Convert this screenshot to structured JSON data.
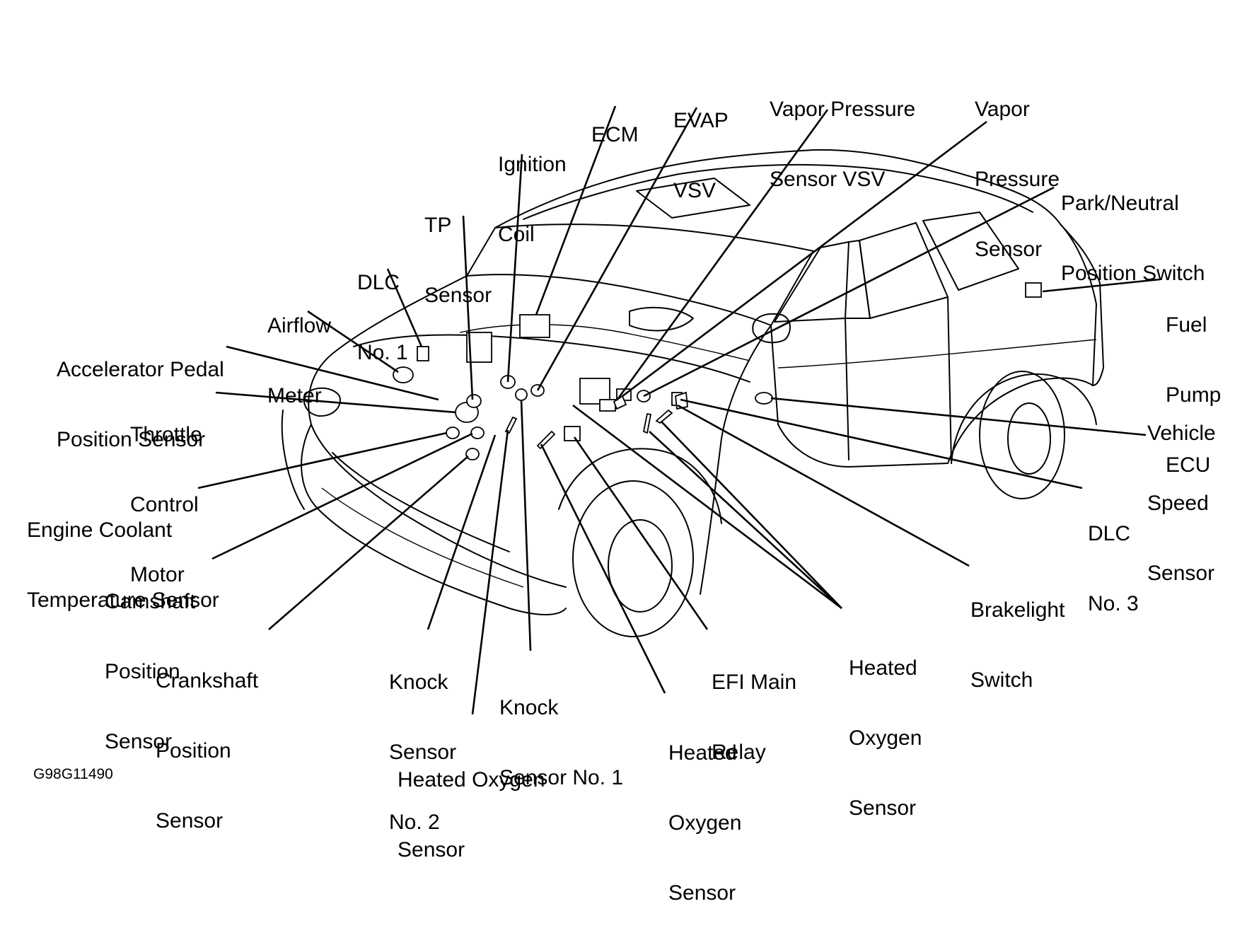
{
  "diagram": {
    "code": "G98G11490",
    "labels": {
      "ecm": [
        "ECM"
      ],
      "evap_vsv": [
        "EVAP",
        "VSV"
      ],
      "vapor_pressure_sensor_vsv": [
        "Vapor Pressure",
        "Sensor VSV"
      ],
      "vapor_pressure_sensor": [
        "Vapor",
        "Pressure",
        "Sensor"
      ],
      "ignition_coil": [
        "Ignition",
        "Coil"
      ],
      "tp_sensor": [
        "TP",
        "Sensor"
      ],
      "park_neutral_switch": [
        "Park/Neutral",
        "Position Switch"
      ],
      "dlc1": [
        "DLC",
        "No. 1"
      ],
      "airflow_meter": [
        "Airflow",
        "Meter"
      ],
      "fuel_pump_ecu": [
        "Fuel",
        "Pump",
        "ECU"
      ],
      "accel_pedal_sensor": [
        "Accelerator Pedal",
        "Position Sensor"
      ],
      "throttle_control_motor": [
        "Throttle",
        "Control",
        "Motor"
      ],
      "vehicle_speed_sensor": [
        "Vehicle",
        "Speed",
        "Sensor"
      ],
      "engine_coolant_sensor": [
        "Engine Coolant",
        "Temperature Sensor"
      ],
      "dlc3": [
        "DLC",
        "No. 3"
      ],
      "camshaft_sensor": [
        "Camshaft",
        "Position",
        "Sensor"
      ],
      "brakelight_switch": [
        "Brakelight",
        "Switch"
      ],
      "crankshaft_sensor": [
        "Crankshaft",
        "Position",
        "Sensor"
      ],
      "knock_sensor_2": [
        "Knock",
        "Sensor",
        "No. 2"
      ],
      "knock_sensor_1": [
        "Knock",
        "Sensor No. 1"
      ],
      "efi_main_relay": [
        "EFI Main",
        "Relay"
      ],
      "heated_oxygen_sensor_right": [
        "Heated",
        "Oxygen",
        "Sensor"
      ],
      "heated_oxygen_sensor_bottom_left": [
        "Heated Oxygen",
        "Sensor"
      ],
      "heated_oxygen_sensor_bottom_mid": [
        "Heated",
        "Oxygen",
        "Sensor"
      ]
    }
  }
}
